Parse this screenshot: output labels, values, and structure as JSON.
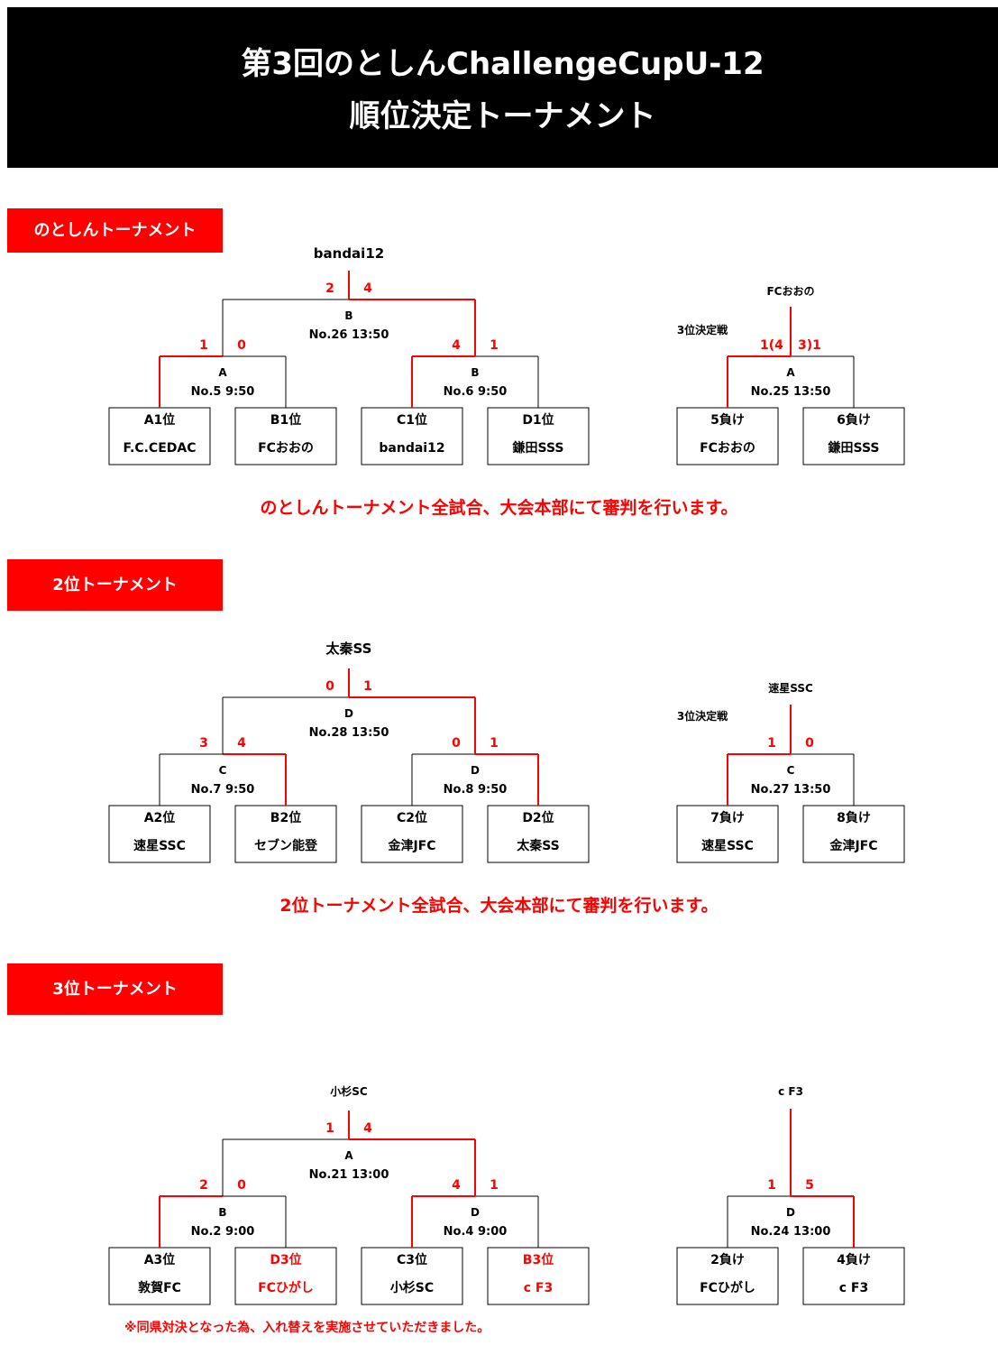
{
  "header": {
    "line1": "第3回のとしんChallengeCupU-12",
    "line2": "順位決定トーナメント"
  },
  "colors": {
    "accent": "#ff0000",
    "header_bg": "#000000",
    "text": "#000000"
  },
  "sections": [
    {
      "title": "のとしんトーナメント",
      "note": "のとしんトーナメント全試合、大会本部にて審判を行います。",
      "main": {
        "champion": "bandai12",
        "final": {
          "court": "B",
          "match": "No.26 13:50",
          "score_left": "2",
          "score_right": "4",
          "winner": "right"
        },
        "semi_left": {
          "court": "A",
          "match": "No.5 9:50",
          "score_left": "1",
          "score_right": "0",
          "winner": "left"
        },
        "semi_right": {
          "court": "B",
          "match": "No.6 9:50",
          "score_left": "4",
          "score_right": "1",
          "winner": "left"
        },
        "teams": [
          {
            "seed": "A1位",
            "name": "F.C.CEDAC",
            "red": false
          },
          {
            "seed": "B1位",
            "name": "FCおおの",
            "red": false
          },
          {
            "seed": "C1位",
            "name": "bandai12",
            "red": false
          },
          {
            "seed": "D1位",
            "name": "鎌田SSS",
            "red": false
          }
        ]
      },
      "third": {
        "label": "3位決定戦",
        "winner": "FCおおの",
        "court": "A",
        "match": "No.25 13:50",
        "score_left": "1(4",
        "score_right": "3)1",
        "winner_side": "left",
        "teams": [
          {
            "seed": "5負け",
            "name": "FCおおの",
            "red": false
          },
          {
            "seed": "6負け",
            "name": "鎌田SSS",
            "red": false
          }
        ]
      }
    },
    {
      "title": "2位トーナメント",
      "note": "2位トーナメント全試合、大会本部にて審判を行います。",
      "main": {
        "champion": "太秦SS",
        "final": {
          "court": "D",
          "match": "No.28 13:50",
          "score_left": "0",
          "score_right": "1",
          "winner": "right"
        },
        "semi_left": {
          "court": "C",
          "match": "No.7 9:50",
          "score_left": "3",
          "score_right": "4",
          "winner": "right"
        },
        "semi_right": {
          "court": "D",
          "match": "No.8 9:50",
          "score_left": "0",
          "score_right": "1",
          "winner": "right"
        },
        "teams": [
          {
            "seed": "A2位",
            "name": "速星SSC",
            "red": false
          },
          {
            "seed": "B2位",
            "name": "セブン能登",
            "red": false
          },
          {
            "seed": "C2位",
            "name": "金津JFC",
            "red": false
          },
          {
            "seed": "D2位",
            "name": "太秦SS",
            "red": false
          }
        ]
      },
      "third": {
        "label": "3位決定戦",
        "winner": "速星SSC",
        "court": "C",
        "match": "No.27 13:50",
        "score_left": "1",
        "score_right": "0",
        "winner_side": "left",
        "teams": [
          {
            "seed": "7負け",
            "name": "速星SSC",
            "red": false
          },
          {
            "seed": "8負け",
            "name": "金津JFC",
            "red": false
          }
        ]
      }
    },
    {
      "title": "3位トーナメント",
      "note": "※同県対決となった為、入れ替えを実施させていただきました。",
      "main": {
        "champion": "小杉SC",
        "final": {
          "court": "A",
          "match": "No.21 13:00",
          "score_left": "1",
          "score_right": "4",
          "winner": "right"
        },
        "semi_left": {
          "court": "B",
          "match": "No.2 9:00",
          "score_left": "2",
          "score_right": "0",
          "winner": "left"
        },
        "semi_right": {
          "court": "D",
          "match": "No.4 9:00",
          "score_left": "4",
          "score_right": "1",
          "winner": "left"
        },
        "teams": [
          {
            "seed": "A3位",
            "name": "敦賀FC",
            "red": false
          },
          {
            "seed": "D3位",
            "name": "FCひがし",
            "red": true
          },
          {
            "seed": "C3位",
            "name": "小杉SC",
            "red": false
          },
          {
            "seed": "B3位",
            "name": "c F3",
            "red": true
          }
        ]
      },
      "third": {
        "label": "",
        "winner": "c F3",
        "court": "D",
        "match": "No.24 13:00",
        "score_left": "1",
        "score_right": "5",
        "winner_side": "right",
        "teams": [
          {
            "seed": "2負け",
            "name": "FCひがし",
            "red": false
          },
          {
            "seed": "4負け",
            "name": "c F3",
            "red": false
          }
        ]
      }
    }
  ]
}
